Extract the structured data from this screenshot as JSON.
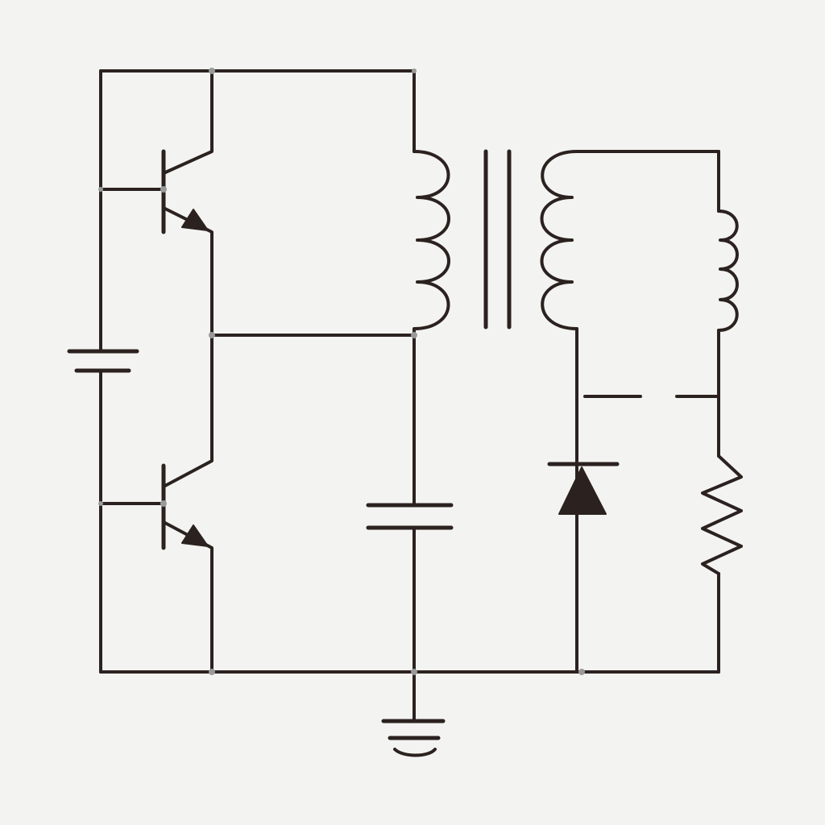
{
  "colors": {
    "background": "#f3f3f1",
    "wire": "#2b2220",
    "junction": "#9a9a9a"
  },
  "components": [
    {
      "type": "battery",
      "name": "battery"
    },
    {
      "type": "npn-transistor",
      "name": "upper-transistor"
    },
    {
      "type": "npn-transistor",
      "name": "lower-transistor"
    },
    {
      "type": "transformer-primary",
      "name": "primary-winding"
    },
    {
      "type": "transformer-core",
      "name": "iron-core"
    },
    {
      "type": "transformer-secondary",
      "name": "secondary-winding"
    },
    {
      "type": "capacitor",
      "name": "capacitor"
    },
    {
      "type": "diode",
      "name": "diode"
    },
    {
      "type": "inductor",
      "name": "output-inductor"
    },
    {
      "type": "resistor",
      "name": "load-resistor"
    },
    {
      "type": "ground",
      "name": "ground"
    }
  ]
}
